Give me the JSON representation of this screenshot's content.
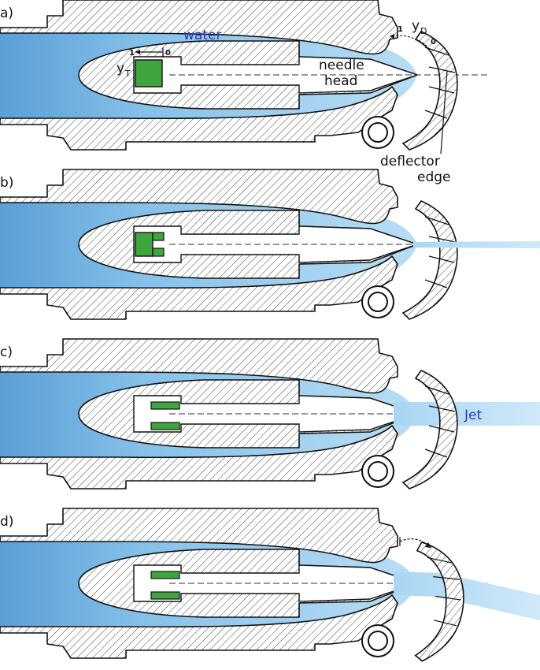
{
  "panels": [
    {
      "id": "a",
      "letter": "a)"
    },
    {
      "id": "b",
      "letter": "b)"
    },
    {
      "id": "c",
      "letter": "c)"
    },
    {
      "id": "d",
      "letter": "d)"
    }
  ],
  "labels": {
    "water": "water",
    "needle": "needle",
    "head": "head",
    "deflector": "deflector",
    "edge": "edge",
    "jet": "Jet",
    "yT_main": "y",
    "yT_sub": "T",
    "yD_main": "y",
    "yD_sub": "D",
    "yT_one": "1",
    "yT_zero": "0",
    "yD_one": "1",
    "yD_zero": "0"
  },
  "colors": {
    "water": "#8cc6ec",
    "water_dark": "#5a9fd6",
    "servo_piston": "#3fa63f",
    "outline": "#111111",
    "label_blue": "#2a3cb5"
  }
}
